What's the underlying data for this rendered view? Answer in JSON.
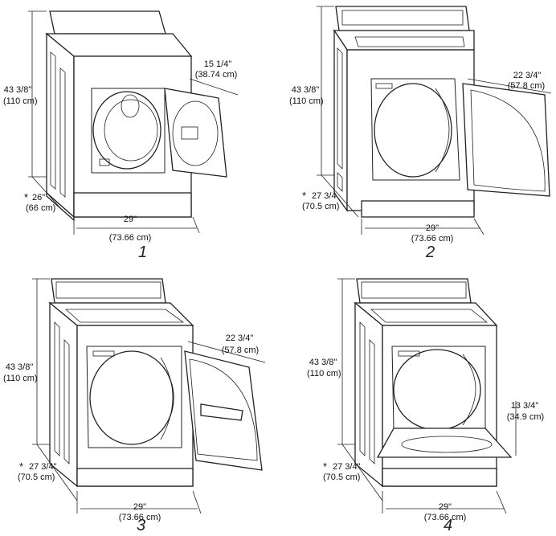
{
  "figures": [
    {
      "number": "1",
      "height_in": "43 3/8\"",
      "height_cm": "(110 cm)",
      "depth_in": "26\"",
      "depth_cm": "(66 cm)",
      "width_in": "29\"",
      "width_cm": "(73.66 cm)",
      "door_in": "15 1/4\"",
      "door_cm": "(38.74 cm)"
    },
    {
      "number": "2",
      "height_in": "43 3/8\"",
      "height_cm": "(110 cm)",
      "depth_in": "27 3/4",
      "depth_cm": "(70.5 cm)",
      "width_in": "29\"",
      "width_cm": "(73.66 cm)",
      "door_in": "22 3/4\"",
      "door_cm": "(57.8 cm)"
    },
    {
      "number": "3",
      "height_in": "43 3/8\"",
      "height_cm": "(110 cm)",
      "depth_in": "27 3/4\"",
      "depth_cm": "(70.5 cm)",
      "width_in": "29\"",
      "width_cm": "(73.66 cm)",
      "door_in": "22 3/4\"",
      "door_cm": "(57.8 cm)"
    },
    {
      "number": "4",
      "height_in": "43 3/8\"",
      "height_cm": "(110 cm)",
      "depth_in": "27 3/4\"",
      "depth_cm": "(70.5 cm)",
      "width_in": "29\"",
      "width_cm": "(73.66 cm)",
      "door_in": "13 3/4\"",
      "door_cm": "(34.9 cm)"
    }
  ],
  "asterisk": "*"
}
